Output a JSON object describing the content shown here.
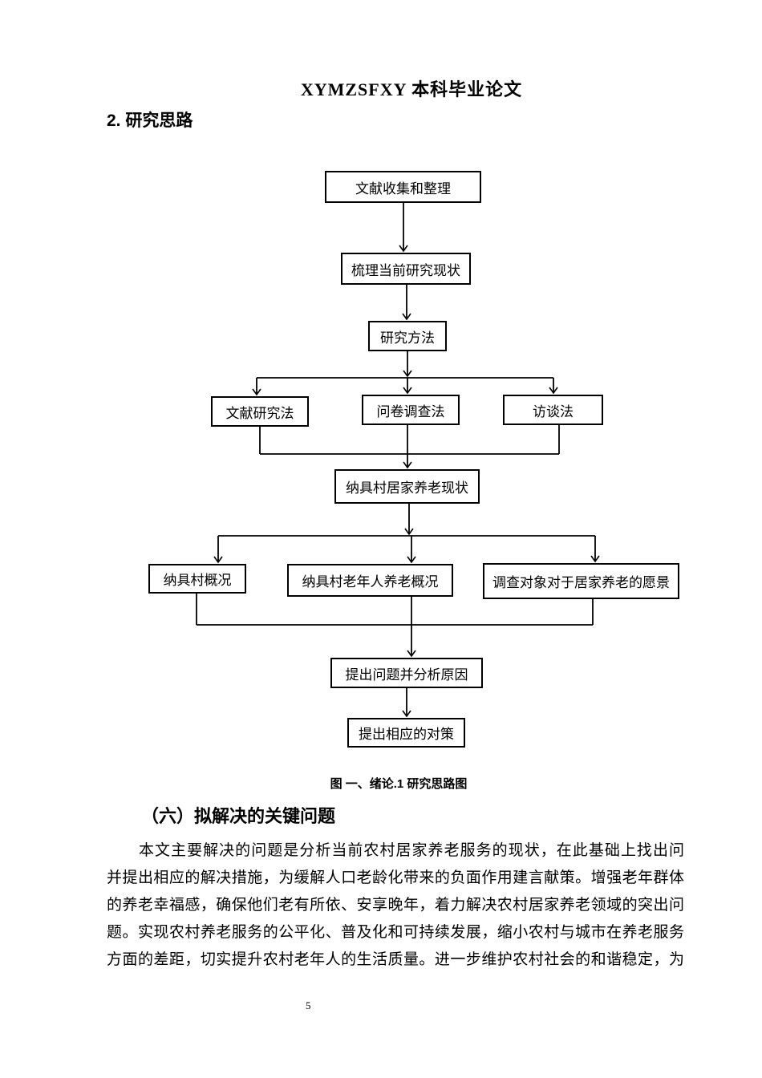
{
  "page": {
    "header_title": "XYMZSFXY 本科毕业论文",
    "page_number": "5"
  },
  "section_heading": "2. 研究思路",
  "flowchart": {
    "caption": "图 一、绪论.1 研究思路图",
    "nodes": [
      {
        "id": "literature-collection",
        "label": "文献收集和整理"
      },
      {
        "id": "review-current-research",
        "label": "梳理当前研究现状"
      },
      {
        "id": "research-methods",
        "label": "研究方法"
      },
      {
        "id": "literature-research-method",
        "label": "文献研究法"
      },
      {
        "id": "questionnaire-survey-method",
        "label": "问卷调查法"
      },
      {
        "id": "interview-method",
        "label": "访谈法"
      },
      {
        "id": "village-homecare-status",
        "label": "纳具村居家养老现状"
      },
      {
        "id": "village-overview",
        "label": "纳具村概况"
      },
      {
        "id": "village-elderly-overview",
        "label": "纳具村老年人养老概况"
      },
      {
        "id": "respondents-vision",
        "label": "调查对象对于居家养老的愿景"
      },
      {
        "id": "raise-problems-analyze",
        "label": "提出问题并分析原因"
      },
      {
        "id": "propose-countermeasures",
        "label": "提出相应的对策"
      }
    ]
  },
  "subsection_heading": "（六）拟解决的关键问题",
  "paragraph": {
    "lines": [
      "本文主要解决的问题是分析当前农村居家养老服务的现状，在此基础上找出问题，",
      "并提出相应的解决措施，为缓解人口老龄化带来的负面作用建言献策。增强老年群体",
      "的养老幸福感，确保他们老有所依、安享晚年，着力解决农村居家养老领域的突出问",
      "题。实现农村养老服务的公平化、普及化和可持续发展，缩小农村与城市在养老服务",
      "方面的差距，切实提升农村老年人的生活质量。进一步维护农村社会的和谐稳定，为"
    ]
  },
  "colors": {
    "ink": "#000000",
    "background": "#ffffff"
  }
}
